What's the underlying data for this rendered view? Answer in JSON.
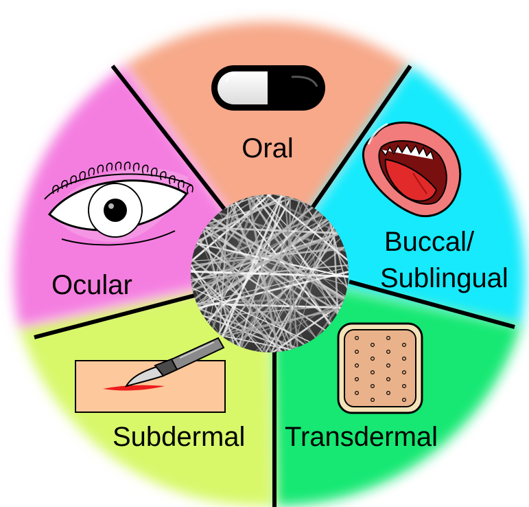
{
  "segments": {
    "oral": {
      "label": "Oral",
      "color": "#f7a98a",
      "icon": "capsule-icon"
    },
    "buccal": {
      "line1": "Buccal/",
      "line2": "Sublingual",
      "color": "#19eafc",
      "icon": "open-mouth-icon"
    },
    "transdermal": {
      "label": "Transdermal",
      "color": "#12e873",
      "icon": "patch-icon"
    },
    "subdermal": {
      "label": "Subdermal",
      "color": "#d8f86a",
      "icon": "scalpel-icon"
    },
    "ocular": {
      "label": "Ocular",
      "color": "#f47ee0",
      "icon": "eye-icon"
    }
  },
  "center": {
    "icon": "nanofiber-mesh-icon"
  },
  "divider_color": "#000000"
}
